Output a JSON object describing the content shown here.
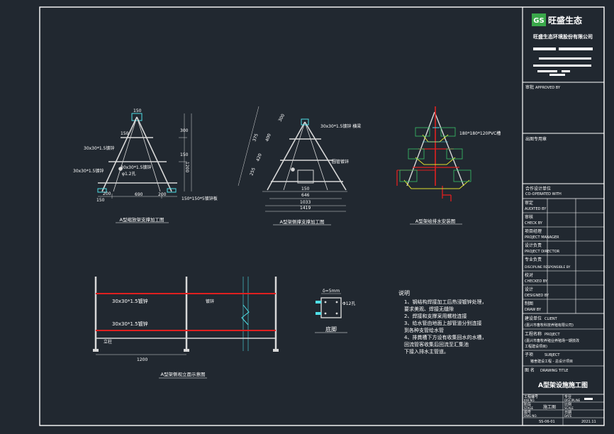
{
  "colors": {
    "background": "#212830",
    "frame": "#ffffff",
    "structure": "#d8d8d8",
    "cyan_outline": "#4fe0e8",
    "red_pipe": "#e02020",
    "yellow_pipe": "#e0e030",
    "cage_green": "#39c46a",
    "logo_green": "#3aa84a"
  },
  "title_block": {
    "logo_text": "旺盛生态",
    "company_name": "旺盛生态环境股份有限公司",
    "approver_label": "审批",
    "approver_label_en": "APPROVED BY",
    "certificate_label": "出图专用章",
    "co_op_label": "合作设计单位",
    "co_op_label_en": "CO-OPERATED WITH",
    "rows": [
      {
        "cn": "审定",
        "en": "AUDITED BY"
      },
      {
        "cn": "审核",
        "en": "CHECK BY"
      },
      {
        "cn": "项目经理",
        "en": "PROJECT MANAGER"
      },
      {
        "cn": "设计负责",
        "en": "PROJECT DIRECTOR"
      },
      {
        "cn": "专业负责",
        "en": "DISCIPLINE RESPONSIBLE BY"
      },
      {
        "cn": "校对",
        "en": "CHECKED BY"
      },
      {
        "cn": "设计",
        "en": "DESIGNED BY"
      },
      {
        "cn": "制图",
        "en": "DRAW BY"
      }
    ],
    "client_label": "建设单位",
    "client_label_en": "CLIENT",
    "client_value": "(嘉兴市畜牧科技养殖有限公司)",
    "project_label": "工程名称",
    "project_label_en": "PROJECT",
    "project_value_1": "(嘉兴市畜牧养殖业养殖场一期技改",
    "project_value_2": "工程建设项目)",
    "subject_label": "子项",
    "subject_label_en": "SUBJECT",
    "subject_value": "猪舍建设工程 - 总设计项目",
    "drawing_title_label": "图 名",
    "drawing_title_label_en": "DRAWING TITLE",
    "drawing_title": "A型架设施施工图",
    "meta": {
      "job_no_label": "工程编号",
      "job_no_en": "JOB NO.",
      "discipline_label": "专业",
      "discipline_en": "DISCIPLINE",
      "stage_label": "阶段",
      "stage_en": "STAGE",
      "stage_value": "施工图",
      "scale_label": "比例",
      "scale_en": "SCALE",
      "dwg_no_label": "图号",
      "dwg_no_en": "DWG NO.",
      "dwg_no_value": "SS-06-01",
      "date_label": "日期",
      "date_en": "DATE",
      "date_value": "2021.11"
    }
  },
  "drawings": {
    "frame_a": {
      "caption": "A型缩放架支撑加工图",
      "dims": {
        "top_width": "150",
        "top_height": "300",
        "height_150": "150",
        "total_height": "1200",
        "middle_width": "150",
        "bottom_width": "690",
        "left_200": "200",
        "right_200": "200",
        "base_150": "150",
        "label_tube_1": "30x30*1.5镀锌",
        "label_tube_2": "30x30*1.5镀锌",
        "label_tube_3": "30x30*1.5镀锌",
        "label_bolt": "φ1.2孔",
        "label_base": "150*150*5镀锌板"
      }
    },
    "frame_b": {
      "caption": "A型架侧撑支撑加工图",
      "dims": {
        "top_tube": "30x30*1.5镀锌 横梁",
        "right_label": "圆管镀锌",
        "slant_1": "375",
        "slant_2": "400",
        "slant_3": "420",
        "slant_4": "255",
        "inner_150": "150",
        "width_646": "646",
        "width_1033": "1033",
        "width_1419": "1419",
        "rib_300": "300"
      }
    },
    "frame_c": {
      "caption": "A型架给排水安装图",
      "label_pvc": "180*180*120PVC槽"
    },
    "elevation": {
      "caption": "A型架侧视立面示意图",
      "label_top": "30x30*1.5镀锌",
      "label_bottom": "30x30*1.5镀锌",
      "label_mid": "镀锌",
      "label_left": "立柱",
      "width": "1200"
    },
    "base_detail": {
      "caption": "底脚",
      "label_thick": "δ=5mm",
      "label_hole": "Φ12孔"
    }
  },
  "notes": {
    "title": "说明",
    "lines": [
      "1、钢结构焊接加工后热浸镀锌处理，",
      "   要求美观、焊接无缝隙",
      "2、焊接和支撑采用螺栓连接",
      "3、给水管由地面上部管道分别连接",
      "   到各种支管给水管",
      "4、排粪槽下方设有收集回水的水槽，",
      "   回流管客收集后回流至汇集池",
      "   下接入排水主管道。"
    ]
  }
}
